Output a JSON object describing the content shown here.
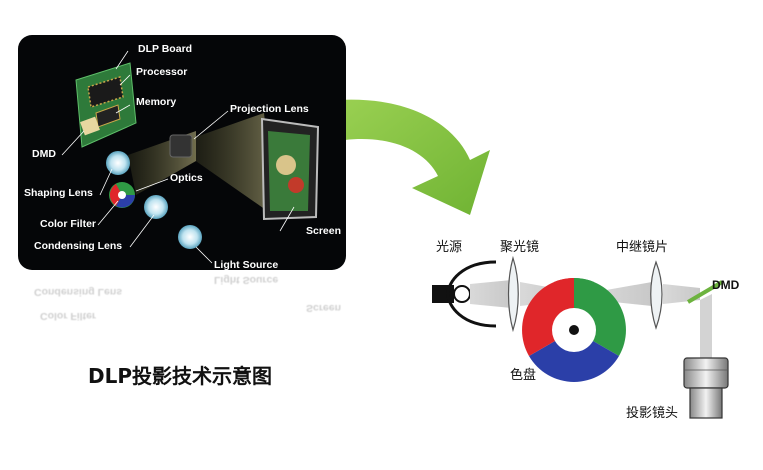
{
  "left_panel": {
    "labels": {
      "dlp_board": "DLP Board",
      "processor": "Processor",
      "memory": "Memory",
      "projection_lens": "Projection Lens",
      "dmd": "DMD",
      "optics": "Optics",
      "shaping_lens": "Shaping Lens",
      "color_filter": "Color Filter",
      "screen": "Screen",
      "condensing_lens": "Condensing Lens",
      "light_source": "Light Source"
    },
    "reflection_labels": {
      "condensing_lens": "Condensing Lens",
      "color_filter": "Color Filter",
      "screen": "Screen",
      "light_source": "Light Source"
    }
  },
  "title": "DLP投影技术示意图",
  "right_diagram": {
    "labels": {
      "light_source": "光源",
      "condenser_lens": "聚光镜",
      "relay_lens": "中继镜片",
      "dmd": "DMD",
      "color_wheel": "色盘",
      "projection_lens": "投影镜头"
    }
  },
  "colors": {
    "arrow": "#7cc13a",
    "panel": "#050608",
    "dmd_mirror": "#6db33f",
    "wheel_red": "#e0262a",
    "wheel_green": "#2f9a45",
    "wheel_blue": "#2b3fa8"
  }
}
